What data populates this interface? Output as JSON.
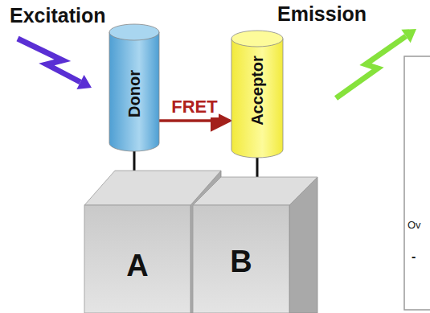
{
  "diagram": {
    "nodes": [
      {
        "text": [
          "Donor"
        ]
      },
      {
        "text": [
          "Acceptor"
        ]
      },
      {
        "text": [
          "A"
        ]
      },
      {
        "text": [
          "B"
        ]
      }
    ],
    "edges": [
      {
        "from": 0,
        "to": 1,
        "label": "FRET",
        "arrow": "to"
      },
      {
        "from": 0,
        "to": 2,
        "arrow": "none"
      },
      {
        "from": 1,
        "to": 3,
        "arrow": "none"
      }
    ],
    "labels": [
      "Excitation",
      "Emission",
      "Ov",
      "-"
    ]
  }
}
